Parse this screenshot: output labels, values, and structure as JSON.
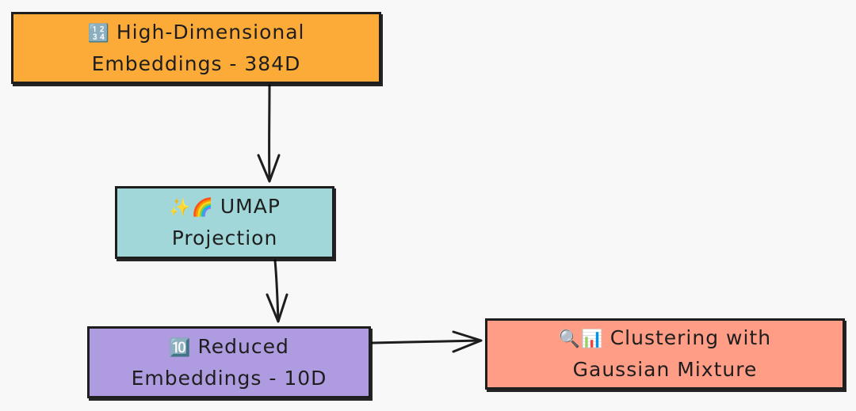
{
  "colors": {
    "embeddings": "#fcab38",
    "umap": "#a1d7d8",
    "reduced": "#af9be0",
    "clustering": "#ff9d86",
    "stroke": "#1e1e1e"
  },
  "nodes": {
    "embeddings": {
      "icon": "🔢",
      "line1": "High-Dimensional",
      "line2": "Embeddings - 384D"
    },
    "umap": {
      "icon": "✨🌈",
      "line1": "UMAP",
      "line2": "Projection"
    },
    "reduced": {
      "icon": "🔟",
      "line1": "Reduced",
      "line2": "Embeddings - 10D"
    },
    "clustering": {
      "icon": "🔍📊",
      "line1": "Clustering with",
      "line2": "Gaussian Mixture"
    }
  },
  "edges": [
    {
      "from": "embeddings",
      "to": "umap"
    },
    {
      "from": "umap",
      "to": "reduced"
    },
    {
      "from": "reduced",
      "to": "clustering"
    }
  ]
}
